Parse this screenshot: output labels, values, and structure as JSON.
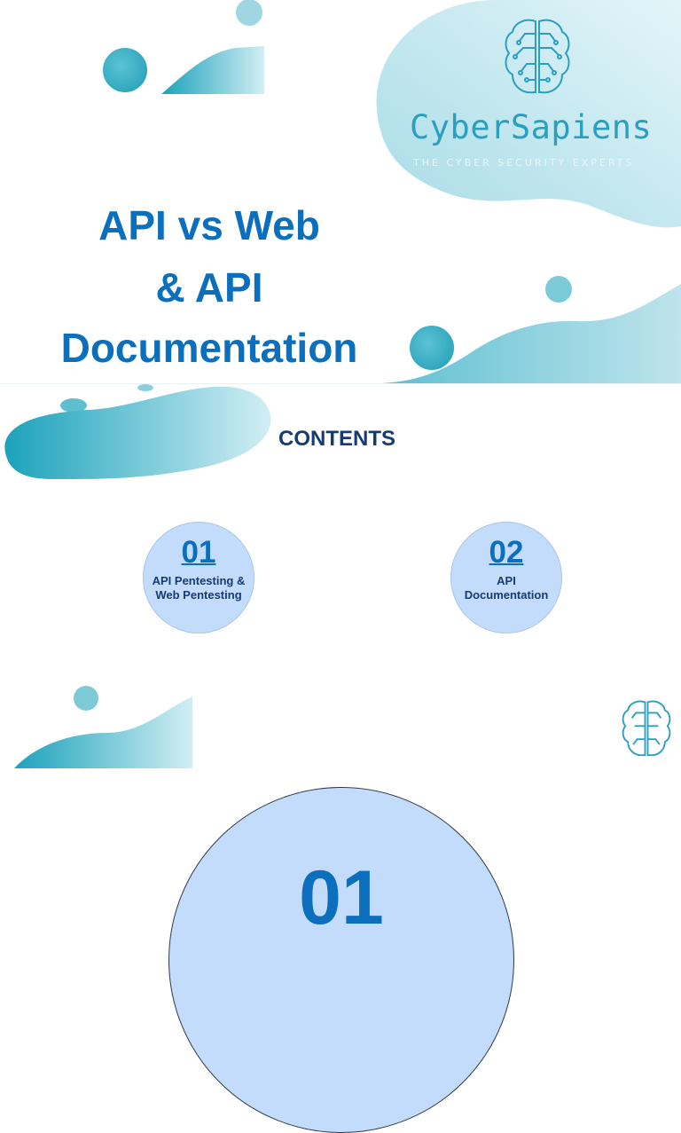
{
  "brand": {
    "name": "CyberSapiens",
    "tagline": "THE CYBER SECURITY EXPERTS",
    "logo_icon": "brain-circuit-icon"
  },
  "title": {
    "line1": "API vs Web",
    "line2": "& API",
    "line3": "Documentation"
  },
  "contents": {
    "heading": "CONTENTS",
    "items": [
      {
        "number": "01",
        "label_line1": "API Pentesting &",
        "label_line2": "Web Pentesting"
      },
      {
        "number": "02",
        "label_line1": "API",
        "label_line2": "Documentation"
      }
    ]
  },
  "section": {
    "number": "01"
  },
  "colors": {
    "title_blue": "#0b6fbd",
    "navy": "#163b73",
    "teal": "#2a9fbf",
    "circle_fill": "#c4dcfb"
  }
}
